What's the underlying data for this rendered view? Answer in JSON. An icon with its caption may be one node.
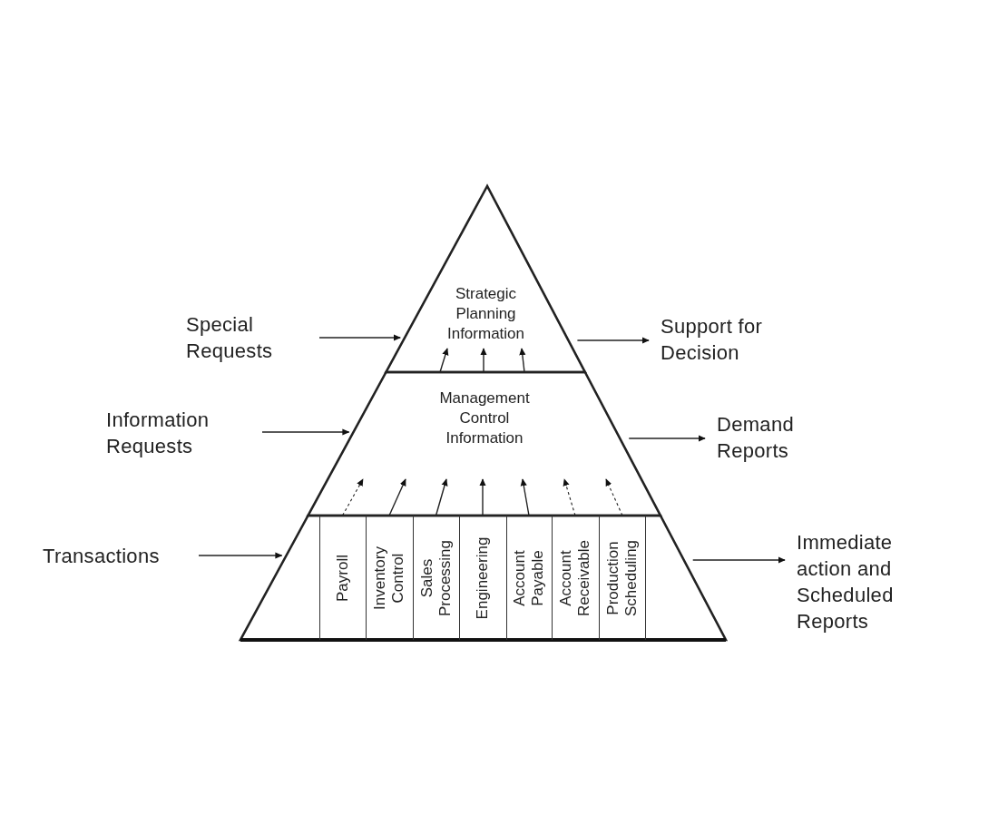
{
  "diagram": {
    "nodes": [
      {
        "text": [
          "Special Requests"
        ]
      },
      {
        "text": [
          "Strategic Planning Information"
        ]
      },
      {
        "text": [
          "Support for Decision"
        ]
      },
      {
        "text": [
          "Information Requests"
        ]
      },
      {
        "text": [
          "Management Control Information"
        ]
      },
      {
        "text": [
          "Demand Reports"
        ]
      },
      {
        "text": [
          "Transactions"
        ]
      },
      {
        "text": [],
        "shape": "trapezoid"
      },
      {
        "text": [
          "Payroll"
        ],
        "in": 7
      },
      {
        "text": [
          "Inventory Control"
        ],
        "in": 7
      },
      {
        "text": [
          "Sales Processing"
        ],
        "in": 7
      },
      {
        "text": [
          "Engineering"
        ],
        "in": 7
      },
      {
        "text": [
          "Account Payable"
        ],
        "in": 7
      },
      {
        "text": [
          "Account Receivable"
        ],
        "in": 7
      },
      {
        "text": [
          "Production Scheduling"
        ],
        "in": 7
      },
      {
        "text": [
          "Immediate action and Scheduled Reports"
        ]
      }
    ],
    "edges": [
      {
        "from": 0,
        "to": 1,
        "arrow": "to"
      },
      {
        "from": 1,
        "to": 2,
        "arrow": "to"
      },
      {
        "from": 3,
        "to": 4,
        "arrow": "to"
      },
      {
        "from": 4,
        "to": 5,
        "arrow": "to"
      },
      {
        "from": 6,
        "to": 7,
        "arrow": "to"
      },
      {
        "from": 7,
        "to": 15,
        "arrow": "to"
      },
      {
        "from": 8,
        "to": 4,
        "arrow": "to",
        "style": "dashed"
      },
      {
        "from": 9,
        "to": 4,
        "arrow": "to"
      },
      {
        "from": 10,
        "to": 4,
        "arrow": "to"
      },
      {
        "from": 11,
        "to": 4,
        "arrow": "to"
      },
      {
        "from": 12,
        "to": 4,
        "arrow": "to"
      },
      {
        "from": 13,
        "to": 4,
        "arrow": "to",
        "style": "dashed"
      },
      {
        "from": 14,
        "to": 4,
        "arrow": "to",
        "style": "dashed"
      },
      {
        "from": 4,
        "to": 1,
        "arrow": "to"
      },
      {
        "from": 4,
        "to": 1,
        "arrow": "to"
      },
      {
        "from": 4,
        "to": 1,
        "arrow": "to"
      }
    ]
  }
}
